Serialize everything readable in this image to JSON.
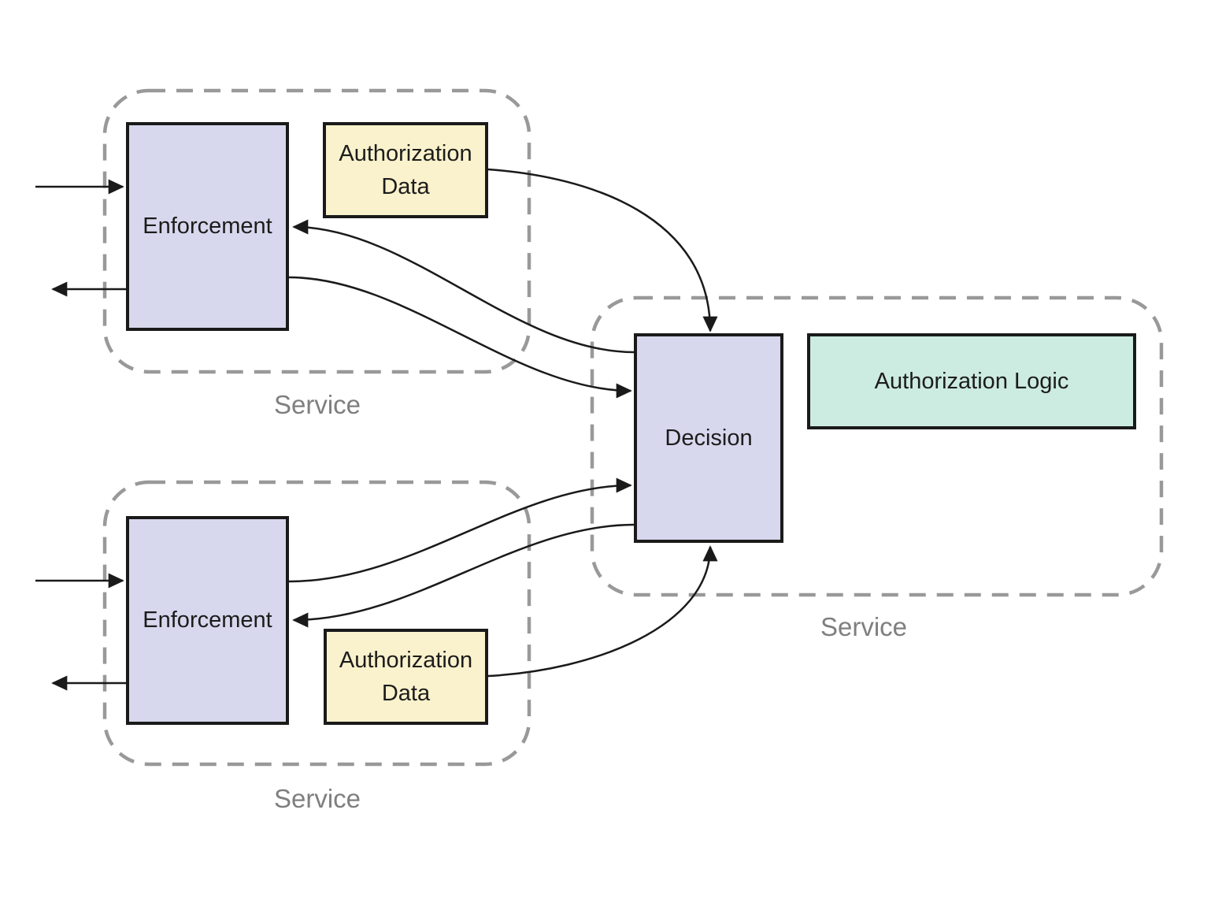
{
  "diagram": {
    "background_color": "#ffffff",
    "groups": [
      {
        "id": "service-top",
        "label": "Service"
      },
      {
        "id": "service-bottom",
        "label": "Service"
      },
      {
        "id": "service-right",
        "label": "Service"
      }
    ],
    "nodes": [
      {
        "id": "enforcement-top",
        "label": "Enforcement",
        "fill": "#d7d8ed",
        "group": "service-top"
      },
      {
        "id": "authorization-data-top",
        "label": "Authorization Data",
        "fill": "#faf2cc",
        "group": "service-top"
      },
      {
        "id": "decision",
        "label": "Decision",
        "fill": "#d7d8ed",
        "group": "service-right"
      },
      {
        "id": "authorization-logic",
        "label": "Authorization Logic",
        "fill": "#ccebe1",
        "group": "service-right"
      },
      {
        "id": "enforcement-bottom",
        "label": "Enforcement",
        "fill": "#d7d8ed",
        "group": "service-bottom"
      },
      {
        "id": "authorization-data-bottom",
        "label": "Authorization Data",
        "fill": "#faf2cc",
        "group": "service-bottom"
      }
    ],
    "edges": [
      {
        "from": "external",
        "to": "enforcement-top",
        "arrow": "into-enforcement-left"
      },
      {
        "from": "enforcement-top",
        "to": "external",
        "arrow": "out-left"
      },
      {
        "from": "authorization-data-top",
        "to": "decision",
        "arrow": "into-decision-top"
      },
      {
        "from": "enforcement-top",
        "to": "decision",
        "arrow": "into-decision-left"
      },
      {
        "from": "decision",
        "to": "enforcement-top",
        "arrow": "into-enforcement-right"
      },
      {
        "from": "external",
        "to": "enforcement-bottom",
        "arrow": "into-enforcement-left"
      },
      {
        "from": "enforcement-bottom",
        "to": "external",
        "arrow": "out-left"
      },
      {
        "from": "enforcement-bottom",
        "to": "decision",
        "arrow": "into-decision-left"
      },
      {
        "from": "decision",
        "to": "enforcement-bottom",
        "arrow": "into-enforcement-right"
      },
      {
        "from": "authorization-data-bottom",
        "to": "decision",
        "arrow": "into-decision-bottom"
      }
    ],
    "styles": {
      "node_border_color": "#1a1a1a",
      "node_fill_purple": "#d7d8ed",
      "node_fill_yellow": "#faf2cc",
      "node_fill_green": "#ccebe1",
      "group_border_color": "#999999",
      "group_label_color": "#7f7f7f",
      "arrow_color": "#1a1a1a"
    }
  }
}
